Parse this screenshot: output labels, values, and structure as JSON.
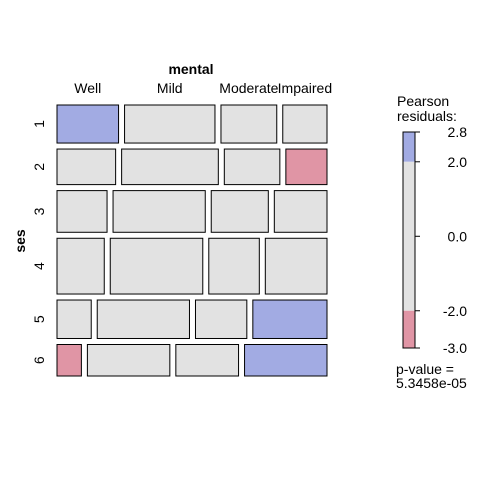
{
  "chart_data": {
    "type": "mosaic",
    "col_variable": "mental",
    "row_variable": "ses",
    "col_categories": [
      "Well",
      "Mild",
      "Moderate",
      "Impaired"
    ],
    "row_categories": [
      "1",
      "2",
      "3",
      "4",
      "5",
      "6"
    ],
    "cell_counts": [
      [
        64,
        94,
        58,
        46
      ],
      [
        57,
        94,
        54,
        40
      ],
      [
        57,
        105,
        65,
        60
      ],
      [
        72,
        141,
        77,
        94
      ],
      [
        36,
        97,
        54,
        78
      ],
      [
        21,
        71,
        54,
        71
      ]
    ],
    "shading_levels": [
      [
        1,
        0,
        0,
        0
      ],
      [
        0,
        0,
        0,
        -1
      ],
      [
        0,
        0,
        0,
        0
      ],
      [
        0,
        0,
        0,
        0
      ],
      [
        0,
        0,
        0,
        1
      ],
      [
        -1,
        0,
        0,
        1
      ]
    ],
    "legend": {
      "title_lines": [
        "Pearson",
        "residuals:"
      ],
      "ticks": [
        "2.8",
        "2.0",
        "0.0",
        "-2.0",
        "-3.0"
      ],
      "tick_values": [
        2.8,
        2.0,
        0.0,
        -2.0,
        -3.0
      ],
      "range": [
        -3.0,
        2.8
      ],
      "p_value_lines": [
        "p-value =",
        "5.3458e-05"
      ]
    },
    "colors": {
      "positive": "#A2ABE3",
      "neutral": "#E2E2E2",
      "negative": "#E095A5",
      "border": "#000000"
    }
  }
}
